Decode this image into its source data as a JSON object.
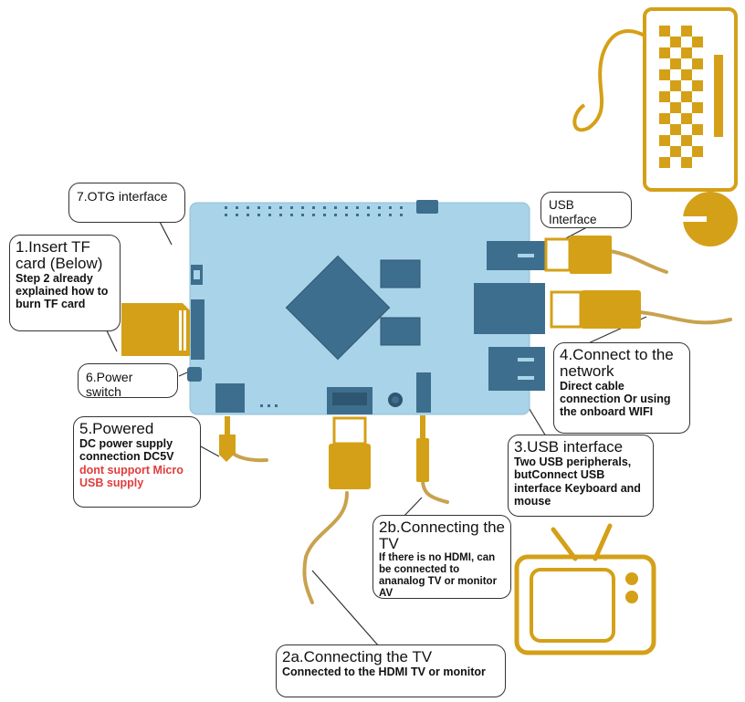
{
  "colors": {
    "board": "#a9d3e8",
    "component": "#3e6e8e",
    "component_dark": "#2e5670",
    "accent": "#d4a017",
    "cable": "#c9a24e",
    "warning": "#e23c3c",
    "outline": "#333333"
  },
  "labels": {
    "otg": "7.OTG interface",
    "tf_title": "1.Insert TF card (Below)",
    "tf_note": "Step 2 already explained how to burn TF card",
    "power_switch": "6.Power switch",
    "powered_title": "5.Powered",
    "powered_note": "DC power supply connection DC5V",
    "powered_warning": "dont support Micro USB supply",
    "usb_top": "USB Interface",
    "network_title": "4.Connect to the network",
    "network_note": "Direct cable connection Or using the onboard WIFI",
    "usb3_title": "3.USB interface",
    "usb3_note": "Two USB peripherals, butConnect USB interface Keyboard  and mouse",
    "tv2b_title": "2b.Connecting the TV",
    "tv2b_note": "If there is no HDMI, can be connected to ananalog TV or monitor AV",
    "tv2a_title": "2a.Connecting the TV",
    "tv2a_note": "Connected to the HDMI TV or monitor"
  },
  "icons": [
    "keyboard-icon",
    "mouse-icon",
    "tv-icon",
    "sd-card-icon",
    "usb-plug-icon",
    "ethernet-plug-icon",
    "hdmi-plug-icon",
    "dc-plug-icon",
    "av-plug-icon"
  ]
}
